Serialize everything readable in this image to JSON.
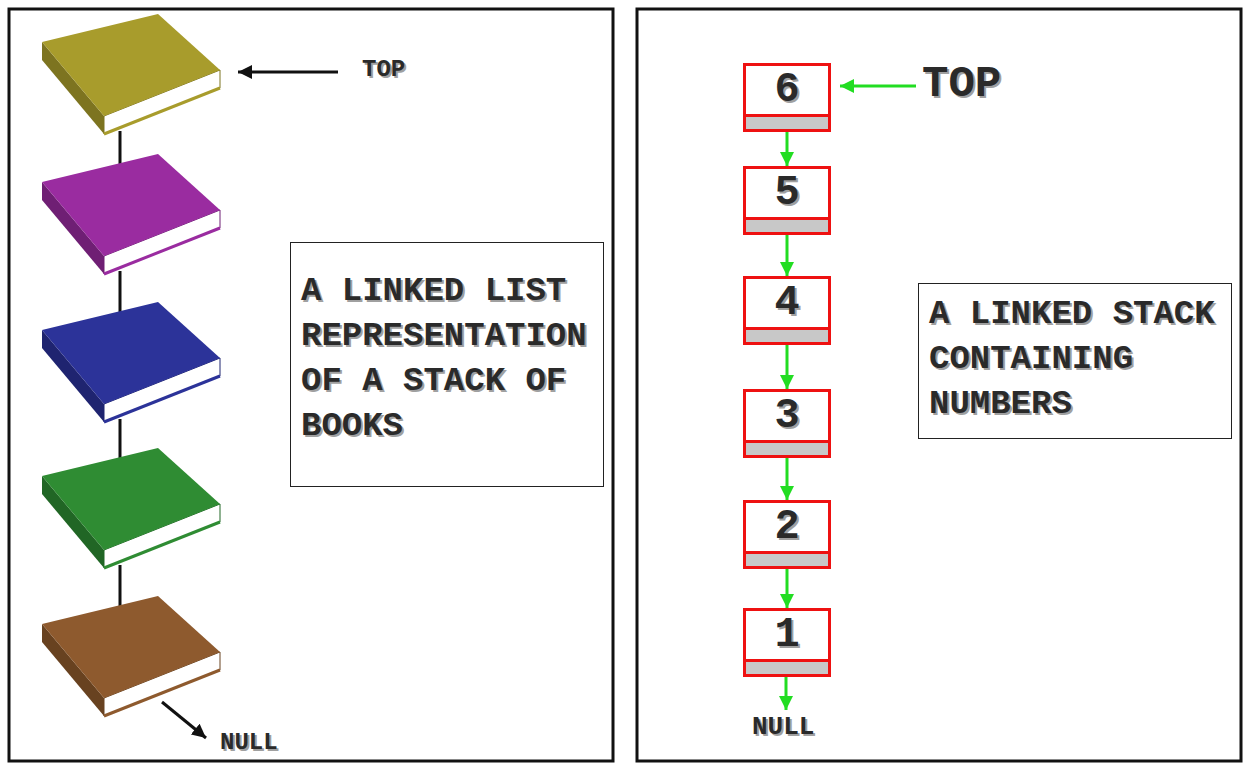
{
  "diagram": {
    "nodes": [
      {
        "text": [
          "A LINKED LIST REPRESENTATION OF A STACK OF BOOKS"
        ]
      },
      {
        "text": [
          "6"
        ]
      },
      {
        "text": [
          "5"
        ]
      },
      {
        "text": [
          "4"
        ]
      },
      {
        "text": [
          "3"
        ]
      },
      {
        "text": [
          "2"
        ]
      },
      {
        "text": [
          "1"
        ]
      },
      {
        "text": [
          "A LINKED STACK CONTAINING NUMBERS"
        ]
      }
    ],
    "edges": [
      {
        "from": 1,
        "to": 2,
        "arrow": "to"
      },
      {
        "from": 2,
        "to": 3,
        "arrow": "to"
      },
      {
        "from": 3,
        "to": 4,
        "arrow": "to"
      },
      {
        "from": 4,
        "to": 5,
        "arrow": "to"
      },
      {
        "from": 5,
        "to": 6,
        "arrow": "to"
      }
    ],
    "labels": [
      "TOP",
      "NULL",
      "TOP",
      "NULL"
    ]
  }
}
